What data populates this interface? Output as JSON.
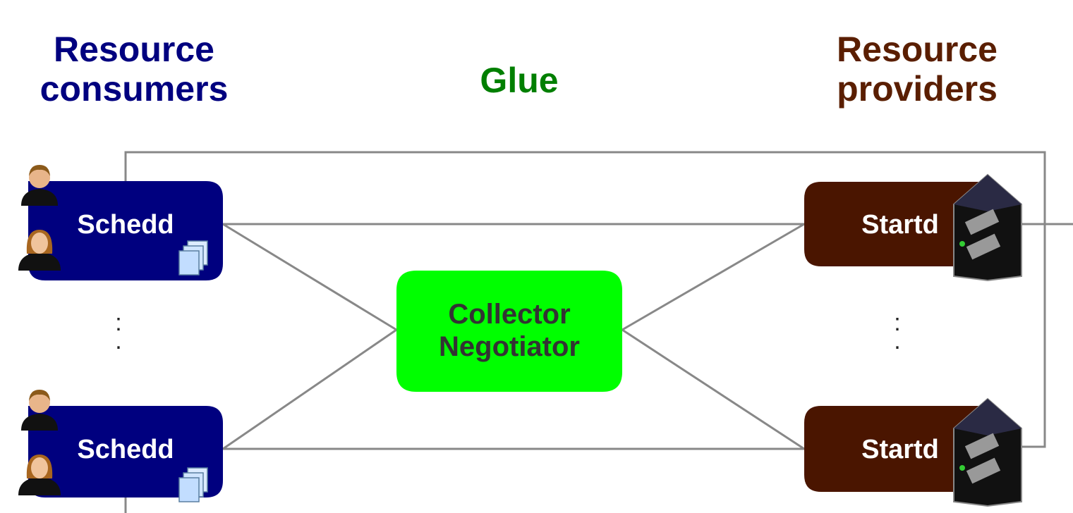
{
  "headings": {
    "consumers": {
      "line1": "Resource",
      "line2": "consumers",
      "color": "#00007f"
    },
    "glue": {
      "text": "Glue",
      "color": "#007f00"
    },
    "providers": {
      "line1": "Resource",
      "line2": "providers",
      "color": "#5a1e00"
    }
  },
  "nodes": {
    "schedd_top": {
      "label": "Schedd"
    },
    "schedd_bottom": {
      "label": "Schedd"
    },
    "central_manager": {
      "line1": "Collector",
      "line2": "Negotiator"
    },
    "startd_top": {
      "label": "Startd"
    },
    "startd_bottom": {
      "label": "Startd"
    }
  },
  "ellipsis": {
    "left": ":\n.",
    "right": ":\n."
  },
  "colors": {
    "schedd_fill": "#00007f",
    "startd_fill": "#4a1500",
    "central_fill": "#00ff00",
    "central_text": "#333333",
    "node_text": "#ffffff",
    "line": "#888888",
    "server_body": "#111111"
  },
  "icons": {
    "users": "user-avatars-icon",
    "jobs": "job-documents-icon",
    "server": "server-tower-icon"
  }
}
